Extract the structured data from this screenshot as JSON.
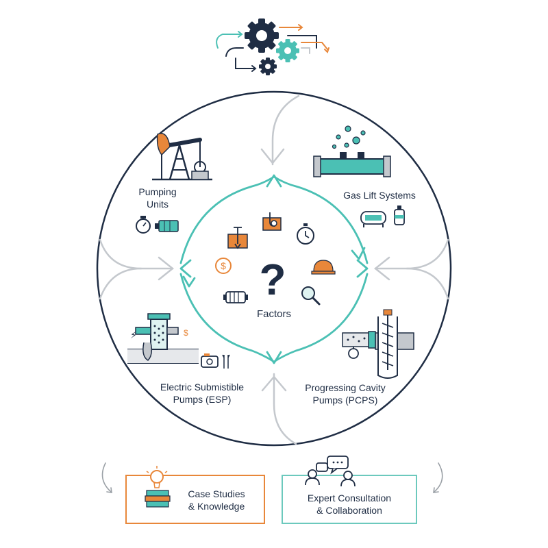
{
  "center": {
    "label": "Factors"
  },
  "quadrants": {
    "top_left": {
      "line1": "Pumping",
      "line2": "Units"
    },
    "top_right": {
      "line1": "Gas Lift Systems"
    },
    "bottom_left": {
      "line1": "Electric Submistible",
      "line2": "Pumps (ESP)"
    },
    "bottom_right": {
      "line1": "Progressing Cavity",
      "line2": "Pumps (PCPS)"
    }
  },
  "boxes": {
    "left": {
      "line1": "Case Studies",
      "line2": "& Knowledge"
    },
    "right": {
      "line1": "Expert Consultation",
      "line2": "& Collaboration"
    }
  },
  "icon_labels": {
    "dollar_glyph": "$",
    "question_glyph": "?",
    "esp_dollar_glyph": "$",
    "esp_bolt_glyph": "⚡"
  },
  "colors": {
    "navy": "#1f2d44",
    "teal": "#4bc0b4",
    "orange": "#e8873a",
    "gray": "#c4c8cd",
    "left_box_border": "#e8873a",
    "right_box_border": "#6cc9bd"
  }
}
